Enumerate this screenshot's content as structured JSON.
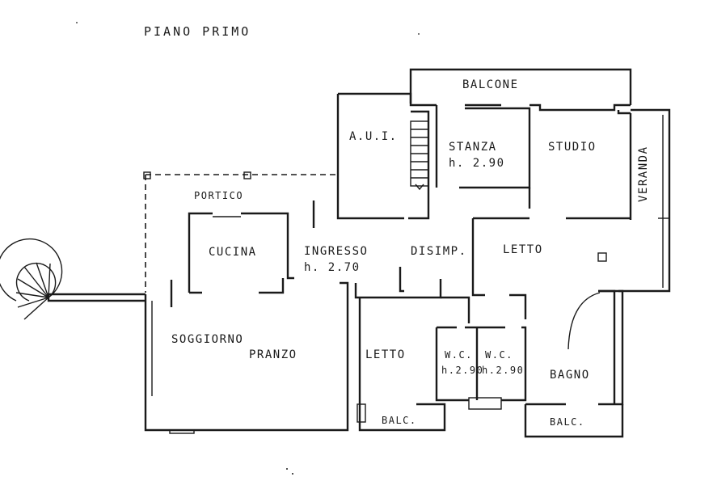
{
  "title": "PIANO PRIMO",
  "rooms": {
    "balcone": "BALCONE",
    "aui": "A.U.I.",
    "stanza": "STANZA",
    "stanza_h": "h. 2.90",
    "studio": "STUDIO",
    "veranda": "VERANDA",
    "portico": "PORTICO",
    "cucina": "CUCINA",
    "ingresso": "INGRESSO",
    "ingresso_h": "h. 2.70",
    "disimp": "DISIMP.",
    "letto_right": "LETTO",
    "soggiorno": "SOGGIORNO",
    "pranzo": "PRANZO",
    "letto_left": "LETTO",
    "wc1": "W.C.",
    "wc1_h": "h.2.90",
    "wc2": "W.C.",
    "wc2_h": "h.2.90",
    "bagno": "BAGNO",
    "balc_left": "BALC.",
    "balc_right": "BALC."
  }
}
